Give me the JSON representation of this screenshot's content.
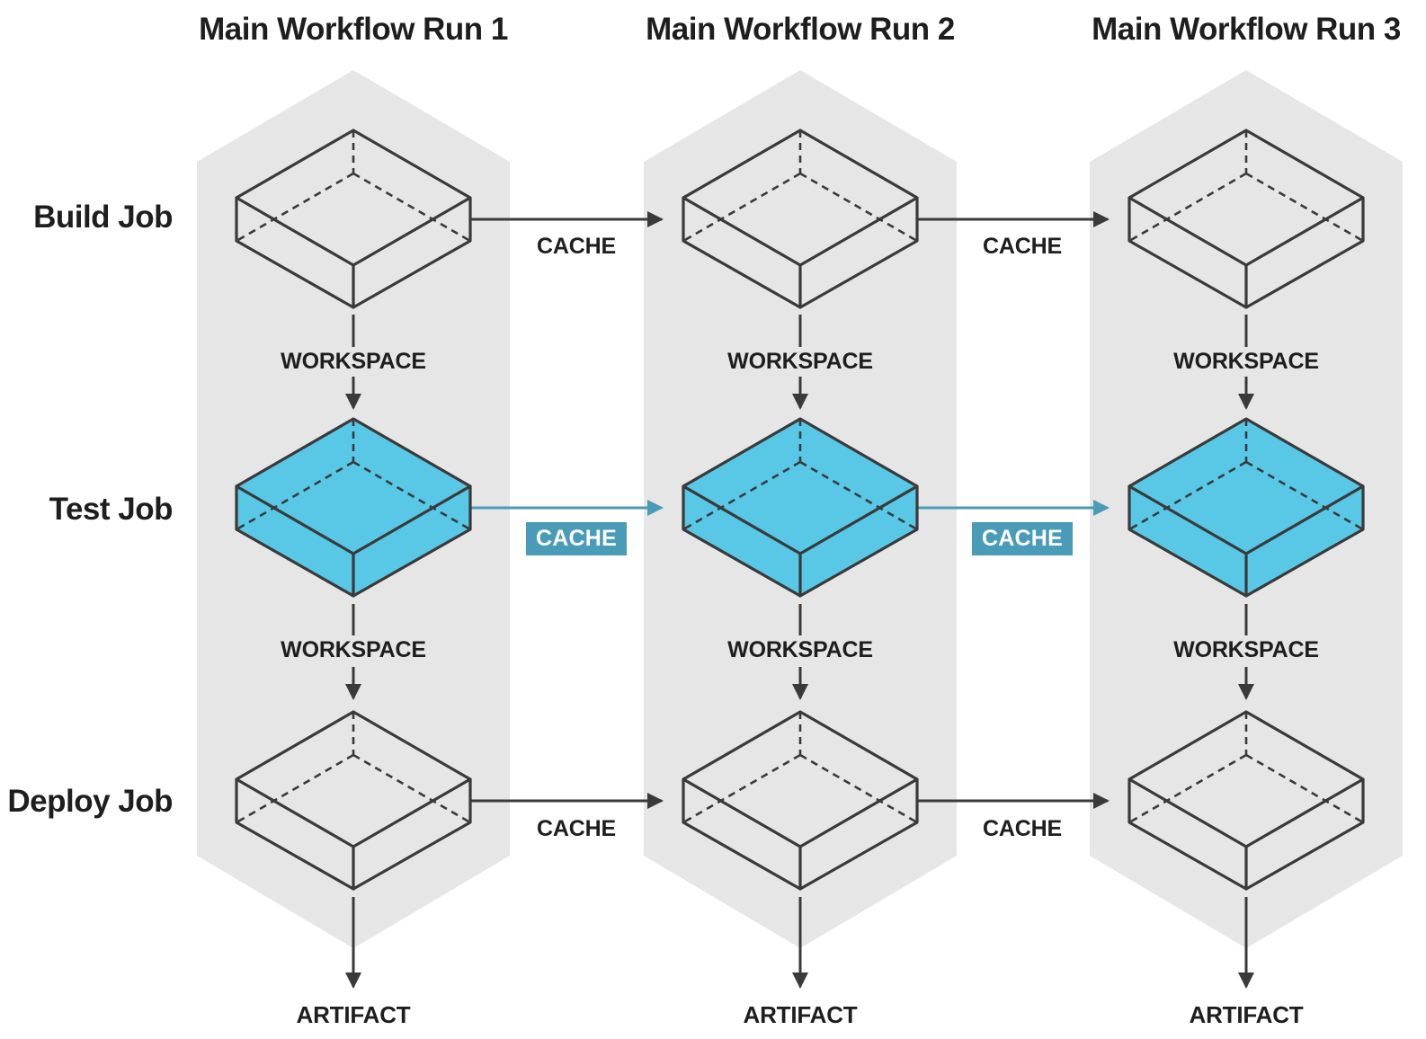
{
  "rows": [
    {
      "label": "Build Job"
    },
    {
      "label": "Test Job"
    },
    {
      "label": "Deploy Job"
    }
  ],
  "columns": [
    {
      "title": "Main Workflow Run 1"
    },
    {
      "title": "Main Workflow Run 2"
    },
    {
      "title": "Main Workflow Run 3"
    }
  ],
  "workspace_edges": [
    {
      "run": 1,
      "from": "Build Job",
      "to": "Test Job",
      "label": "WORKSPACE"
    },
    {
      "run": 1,
      "from": "Test Job",
      "to": "Deploy Job",
      "label": "WORKSPACE"
    },
    {
      "run": 2,
      "from": "Build Job",
      "to": "Test Job",
      "label": "WORKSPACE"
    },
    {
      "run": 2,
      "from": "Test Job",
      "to": "Deploy Job",
      "label": "WORKSPACE"
    },
    {
      "run": 3,
      "from": "Build Job",
      "to": "Test Job",
      "label": "WORKSPACE"
    },
    {
      "run": 3,
      "from": "Test Job",
      "to": "Deploy Job",
      "label": "WORKSPACE"
    }
  ],
  "cache_edges": [
    {
      "row": "Build Job",
      "from_run": 1,
      "to_run": 2,
      "label": "CACHE",
      "style": "plain"
    },
    {
      "row": "Test Job",
      "from_run": 1,
      "to_run": 2,
      "label": "CACHE",
      "style": "badge-highlighted"
    },
    {
      "row": "Deploy Job",
      "from_run": 1,
      "to_run": 2,
      "label": "CACHE",
      "style": "plain"
    },
    {
      "row": "Build Job",
      "from_run": 2,
      "to_run": 3,
      "label": "CACHE",
      "style": "plain"
    },
    {
      "row": "Test Job",
      "from_run": 2,
      "to_run": 3,
      "label": "CACHE",
      "style": "badge-highlighted"
    },
    {
      "row": "Deploy Job",
      "from_run": 2,
      "to_run": 3,
      "label": "CACHE",
      "style": "plain"
    }
  ],
  "artifact_edges": [
    {
      "run": 1,
      "from": "Deploy Job",
      "label": "ARTIFACT"
    },
    {
      "run": 2,
      "from": "Deploy Job",
      "label": "ARTIFACT"
    },
    {
      "run": 3,
      "from": "Deploy Job",
      "label": "ARTIFACT"
    }
  ],
  "highlighted_nodes": [
    {
      "row": "Test Job",
      "runs": [
        1,
        2,
        3
      ]
    }
  ],
  "colors": {
    "band_gray": "#E6E6E6",
    "line_dark": "#3A3A3A",
    "text_dark": "#1E1E1E",
    "highlight_cyan": "#58C8E6",
    "cache_teal": "#4A9BB7",
    "badge_text": "#FFFFFF",
    "background": "#FFFFFF"
  }
}
